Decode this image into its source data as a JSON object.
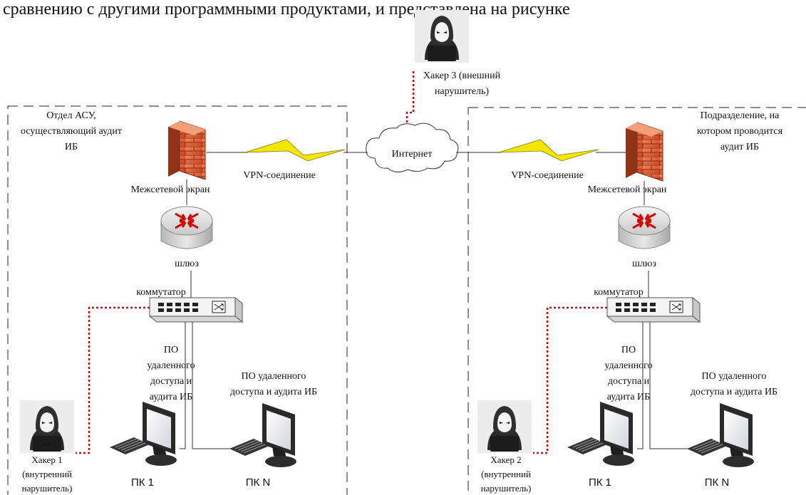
{
  "header": {
    "text": "сравнению с другими программными продуктами, и представлена на рисунке"
  },
  "hacker3": {
    "line1": "Хакер 3 (внешний",
    "line2": "нарушитель)"
  },
  "internet": {
    "label": "Интернет"
  },
  "left": {
    "zone_title": [
      "Отдел АСУ,",
      "осуществляющий аудит",
      "ИБ"
    ],
    "vpn": "VPN-соединение",
    "firewall": "Межсетевой экран",
    "gateway": "шлюз",
    "switch": "коммутатор",
    "software_1": [
      "ПО",
      "удаленного",
      "доступа и",
      "аудита ИБ"
    ],
    "software_n": [
      "ПО удаленного",
      "доступа и аудита ИБ"
    ],
    "hacker": [
      "Хакер 1",
      "(внутренний",
      "нарушитель)"
    ],
    "pc1": "ПК 1",
    "pcn": "ПК N"
  },
  "right": {
    "zone_title": [
      "Подразделение, на",
      "котором проводится",
      "аудит ИБ"
    ],
    "vpn": "VPN-соединение",
    "firewall": "Межсетевой экран",
    "gateway": "шлюз",
    "switch": "коммутатор",
    "software_1": [
      "ПО",
      "удаленного",
      "доступа и",
      "аудита ИБ"
    ],
    "software_n": [
      "ПО удаленного",
      "доступа и аудита ИБ"
    ],
    "hacker": [
      "Хакер 2",
      "(внутренний",
      "нарушитель)"
    ],
    "pc1": "ПК 1",
    "pcn": "ПК N"
  },
  "colors": {
    "hacker_link": "#e00000",
    "firewall": "#e0532b",
    "lightning": "#f5e600",
    "router_arrow": "#d40000",
    "boundary": "#222222"
  }
}
